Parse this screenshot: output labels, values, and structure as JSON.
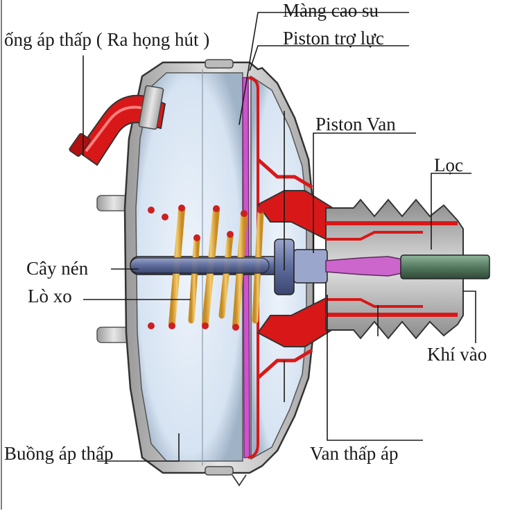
{
  "labels": {
    "membrane": "Màng cao su",
    "vacuum_pipe": "ống áp thấp ( Ra họng hút )",
    "booster_piston": "Piston trợ lực",
    "valve_piston": "Piston Van",
    "filter": "Lọc",
    "push_rod": "Cây nén",
    "spring": "Lò xo",
    "air_inlet": "Khí vào",
    "vacuum_chamber": "Buồng áp thấp",
    "low_pressure_valve": "Van thấp áp"
  },
  "colors": {
    "housing": "#c8c8c8",
    "housing_outline": "#444444",
    "chamber": "#dce8f5",
    "red_parts": "#d81818",
    "membrane": "#cc55cc",
    "spring": "#e8b040",
    "spring_end": "#cc2020",
    "rod": "#6a78a8",
    "filter_rod": "#557a60",
    "rubber_boot": "#b4b4b4"
  }
}
